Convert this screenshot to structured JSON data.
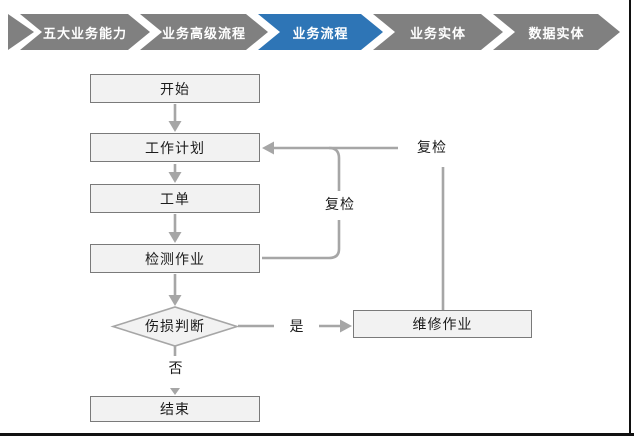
{
  "chevron_bar": {
    "active_color": "#2e75b6",
    "inactive_color": "#808080",
    "items": [
      {
        "label": "五大业务能力",
        "active": false
      },
      {
        "label": "业务高级流程",
        "active": false
      },
      {
        "label": "业务流程",
        "active": true
      },
      {
        "label": "业务实体",
        "active": false
      },
      {
        "label": "数据实体",
        "active": false
      }
    ]
  },
  "flowchart": {
    "nodes": [
      {
        "id": "start",
        "label": "开始",
        "shape": "rect"
      },
      {
        "id": "work-plan",
        "label": "工作计划",
        "shape": "rect"
      },
      {
        "id": "work-order",
        "label": "工单",
        "shape": "rect"
      },
      {
        "id": "inspection-job",
        "label": "检测作业",
        "shape": "rect"
      },
      {
        "id": "damage-decision",
        "label": "伤损判断",
        "shape": "diamond"
      },
      {
        "id": "repair-job",
        "label": "维修作业",
        "shape": "rect"
      },
      {
        "id": "end",
        "label": "结束",
        "shape": "rect"
      }
    ],
    "edge_labels": {
      "yes": "是",
      "no": "否",
      "recheck_inner": "复检",
      "recheck_outer": "复检"
    },
    "colors": {
      "node_fill": "#f2f2f2",
      "node_border": "#7a7a7a",
      "connector": "#a6a6a6"
    }
  }
}
